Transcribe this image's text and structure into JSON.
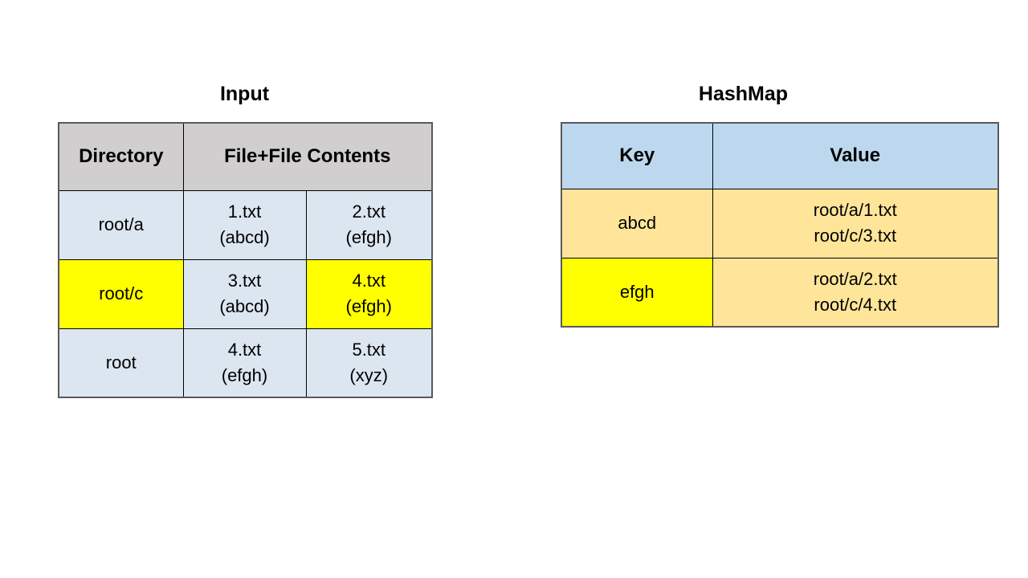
{
  "colors": {
    "page-bg": "#ffffff",
    "text": "#000000",
    "border-inner": "#000000",
    "border-outer": "#595959",
    "input-header-bg": "#d0cece",
    "input-body-bg": "#dce6f1",
    "hashmap-header-bg": "#bdd7ee",
    "hashmap-body-bg": "#ffe599",
    "highlight-bg": "#ffff00"
  },
  "input_table": {
    "title": "Input",
    "headers": {
      "directory": "Directory",
      "files": "File+File Contents"
    },
    "rows": [
      {
        "directory": {
          "text": "root/a",
          "highlighted": false
        },
        "files": [
          {
            "name": "1.txt",
            "contents": "(abcd)",
            "highlighted": false
          },
          {
            "name": "2.txt",
            "contents": "(efgh)",
            "highlighted": false
          }
        ]
      },
      {
        "directory": {
          "text": "root/c",
          "highlighted": true
        },
        "files": [
          {
            "name": "3.txt",
            "contents": "(abcd)",
            "highlighted": false
          },
          {
            "name": "4.txt",
            "contents": "(efgh)",
            "highlighted": true
          }
        ]
      },
      {
        "directory": {
          "text": "root",
          "highlighted": false
        },
        "files": [
          {
            "name": "4.txt",
            "contents": "(efgh)",
            "highlighted": false
          },
          {
            "name": "5.txt",
            "contents": "(xyz)",
            "highlighted": false
          }
        ]
      }
    ]
  },
  "hashmap_table": {
    "title": "HashMap",
    "headers": {
      "key": "Key",
      "value": "Value"
    },
    "rows": [
      {
        "key": {
          "text": "abcd",
          "highlighted": false
        },
        "values": [
          "root/a/1.txt",
          "root/c/3.txt"
        ]
      },
      {
        "key": {
          "text": "efgh",
          "highlighted": true
        },
        "values": [
          "root/a/2.txt",
          "root/c/4.txt"
        ]
      }
    ]
  }
}
